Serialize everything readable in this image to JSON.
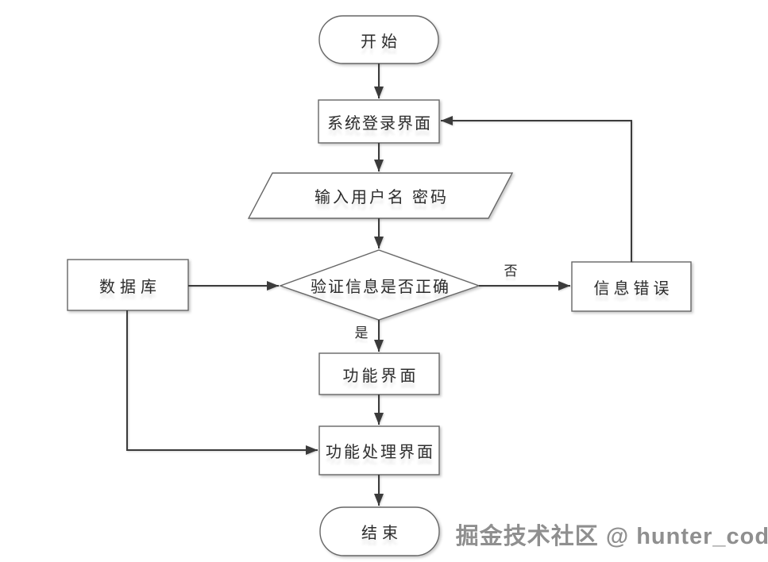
{
  "diagram": {
    "nodes": {
      "start": {
        "label": "开始",
        "type": "terminator"
      },
      "login": {
        "label": "系统登录界面",
        "type": "process"
      },
      "input": {
        "label": "输入用户名 密码",
        "type": "input-output"
      },
      "verify": {
        "label": "验证信息是否正确",
        "type": "decision"
      },
      "database": {
        "label": "数据库",
        "type": "process"
      },
      "error": {
        "label": "信息错误",
        "type": "process"
      },
      "func": {
        "label": "功能界面",
        "type": "process"
      },
      "funcproc": {
        "label": "功能处理界面",
        "type": "process"
      },
      "end": {
        "label": "结束",
        "type": "terminator"
      }
    },
    "edge_labels": {
      "no": "否",
      "yes": "是"
    },
    "edges": [
      {
        "from": "start",
        "to": "login"
      },
      {
        "from": "login",
        "to": "input"
      },
      {
        "from": "input",
        "to": "verify"
      },
      {
        "from": "verify",
        "to": "func",
        "label": "是"
      },
      {
        "from": "verify",
        "to": "error",
        "label": "否"
      },
      {
        "from": "error",
        "to": "login"
      },
      {
        "from": "database",
        "to": "verify"
      },
      {
        "from": "database",
        "to": "funcproc"
      },
      {
        "from": "func",
        "to": "funcproc"
      },
      {
        "from": "funcproc",
        "to": "end"
      }
    ],
    "colors": {
      "line": "#3b3b3b",
      "border": "#676767",
      "fill": "#ffffff",
      "text": "#2d2d2d",
      "background": "#ffffff",
      "watermark": "#8f8f8f"
    }
  },
  "watermark": {
    "text": "掘金技术社区 @ hunter_code"
  }
}
